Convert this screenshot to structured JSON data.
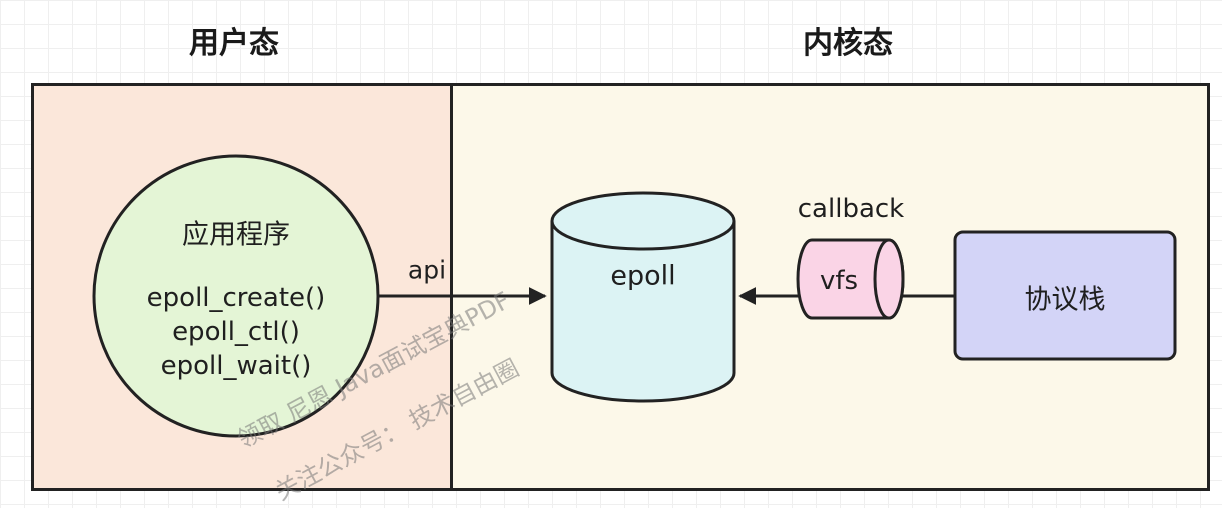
{
  "headings": {
    "user_space": "用户态",
    "kernel_space": "内核态"
  },
  "nodes": {
    "app": {
      "title": "应用程序",
      "calls": [
        "epoll_create()",
        "epoll_ctl()",
        "epoll_wait()"
      ]
    },
    "epoll": {
      "label": "epoll"
    },
    "vfs": {
      "label": "vfs"
    },
    "stack": {
      "label": "协议栈"
    }
  },
  "edges": {
    "api": "api",
    "callback": "callback"
  },
  "watermark": {
    "line1": "领取 尼恩 Java面试宝典PDF",
    "line2": "关注公众号： 技术自由圈"
  },
  "colors": {
    "user_bg": "#fbe7da",
    "kernel_bg": "#fcf8e9",
    "app_fill": "#e4f5d6",
    "epoll_fill": "#dcf3f4",
    "vfs_fill": "#fad4e6",
    "stack_fill": "#d3d4f7",
    "line": "#222222"
  }
}
